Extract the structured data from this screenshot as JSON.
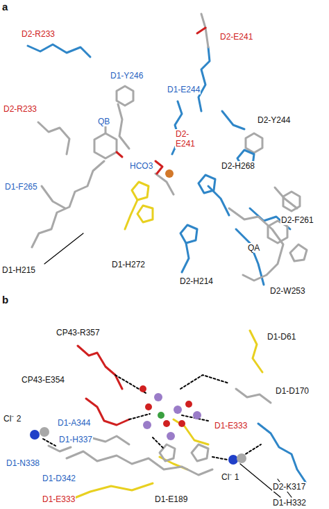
{
  "diagram": {
    "labels": [
      "a",
      "D2-R233",
      "D2-E241",
      "D1-Y246",
      "D1-E244",
      "D2-R233",
      "D2-E241",
      "D2-Y244",
      "QB",
      "HCO3",
      "D2-H268",
      "D1-F265",
      "D2-F261",
      "QA",
      "D1-H215",
      "D1-H272",
      "D2-H214",
      "D2-W253",
      "b",
      "CP43-R357",
      "D1-D61",
      "CP43-E354",
      "D1-D170",
      "Cl⁻ 2",
      "D1-A344",
      "D1-E333",
      "D1-H337",
      "D1-N338",
      "Cl⁻ 1",
      "D2-K317",
      "D1-D342",
      "D1-E333",
      "D1-E189",
      "D1-H332"
    ]
  }
}
